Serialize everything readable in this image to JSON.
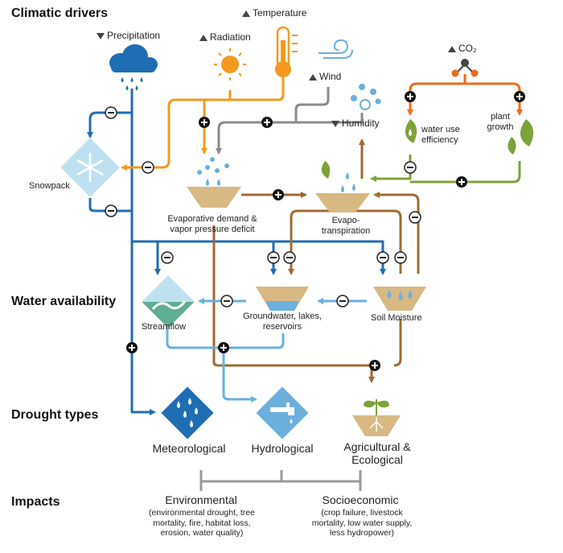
{
  "sections": {
    "climatic": "Climatic drivers",
    "water": "Water availability",
    "drought": "Drought types",
    "impacts": "Impacts"
  },
  "drivers": {
    "precipitation": "Precipitation",
    "temperature": "Temperature",
    "radiation": "Radiation",
    "wind": "Wind",
    "humidity": "Humidity",
    "co2": "CO₂"
  },
  "nodes": {
    "snowpack": "Snowpack",
    "evap_demand": "Evaporative demand & vapor pressure deficit",
    "evapotranspiration": "Evapo-transpiration",
    "water_use": "water use efficiency",
    "plant_growth": "plant growth",
    "streamflow": "Streamflow",
    "groundwater": "Groundwater, lakes, reservoirs",
    "soil_moisture": "Soil Moisture"
  },
  "drought_types": {
    "meteorological": "Meteorological",
    "hydrological": "Hydrological",
    "agricultural": "Agricultural & Ecological"
  },
  "impacts": {
    "environmental": "Environmental",
    "environmental_detail": "(environmental drought, tree mortality, fire, habitat loss, erosion, water quality)",
    "socioeconomic": "Socioeconomic",
    "socioeconomic_detail": "(crop failure, livestock mortality, low water supply, less hydropower)"
  },
  "colors": {
    "precipitation": "#1f6db3",
    "temperature": "#f39a1f",
    "wind": "#8a8a8a",
    "co2": "#ef6b1b",
    "plant": "#7da23a",
    "brown": "#a06a32",
    "lightblue": "#6bb0dc",
    "tan": "#d8b883"
  }
}
